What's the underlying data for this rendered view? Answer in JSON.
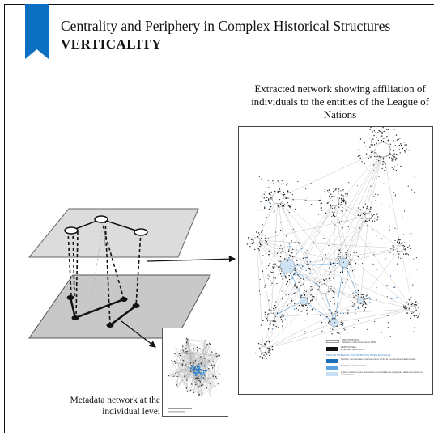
{
  "header": {
    "title": "Centrality and Periphery in Complex Historical Structures",
    "subtitle": "VERTICALITY",
    "accent_color": "#0b6fc2"
  },
  "captions": {
    "extracted_network": "Extracted network showing affiliation of individuals to the entities of the League of Nations",
    "metadata_network": "Metadata network at the individual level"
  },
  "legend": {
    "row1_title": "INSTITUTIONS",
    "row1_text": "Sections et services de la SDN",
    "row2_title": "PERSONNES",
    "row2_text": "Employés de la SDN",
    "heading": "MISE EN ÉVIDENCE : COOPÉRATION INTELLECTUELLE",
    "row3_text": "Section des Bureaux internationaux et de la Coopération intellectuelle",
    "row4_text": "Employés de la Section",
    "row5_text": "Autres sections pour lesquelles ont travaillé les employés de la Coopération intellectuelle",
    "colors": {
      "institution": "#111111",
      "section": "#1f6fb8",
      "employee": "#5aa3e0",
      "other": "#c7dff4"
    }
  }
}
